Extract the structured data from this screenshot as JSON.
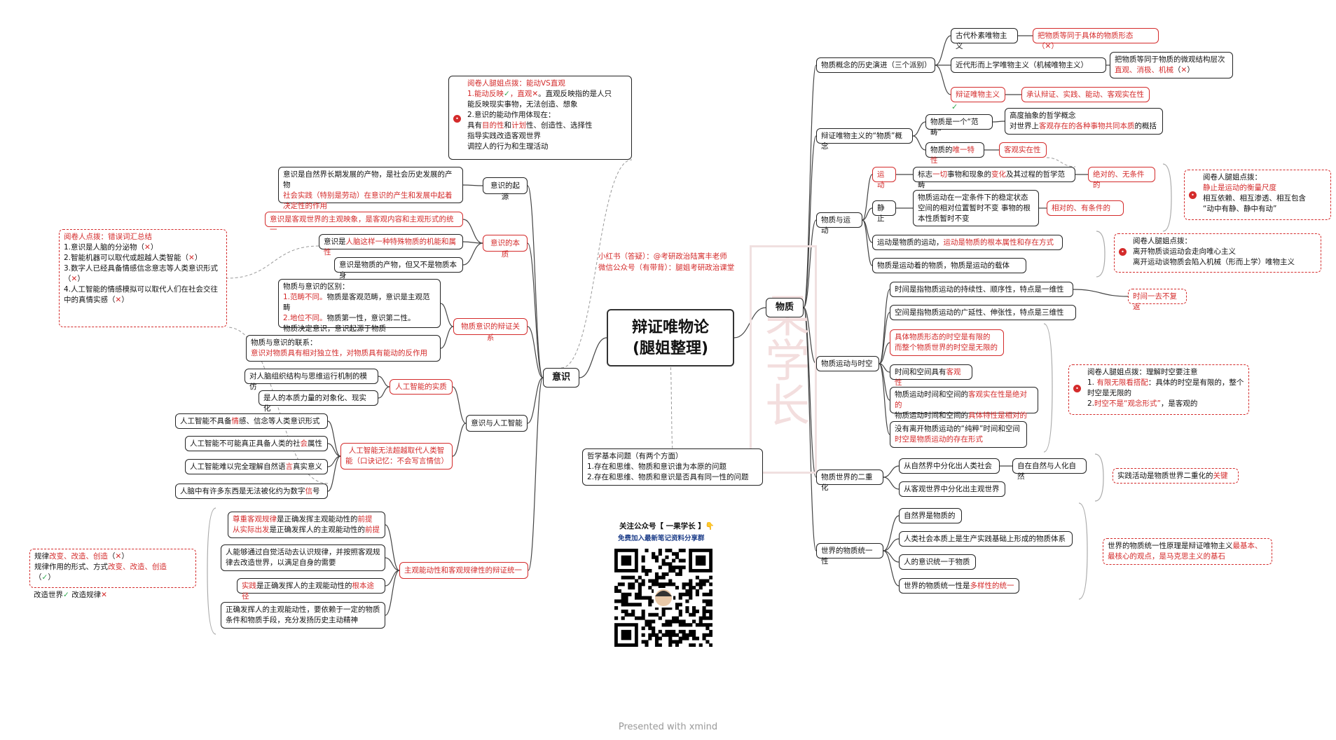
{
  "title": {
    "line1": "辩证唯物论",
    "line2": "(腿姐整理)"
  },
  "watermark": "果学长",
  "promo": {
    "xhs": "小红书（答疑）：@考研政治陆寓丰老师",
    "wx": "微信公众号（有带背）：腿姐考研政治课堂",
    "follow": "关注公众号【 一果学长 】👇",
    "free": "免费加入最新笔记资料分享群"
  },
  "footer": "Presented with xmind",
  "phil": {
    "title": "哲学基本问题（有两个方面）",
    "l1": "1.存在和思维、物质和意识谁为本原的问题",
    "l2": "2.存在和思维、物质和意识是否具有同一性的问题"
  },
  "left": {
    "yishi": "意识",
    "tip_top": {
      "head": "阅卷人腿姐点拨：能动VS直观",
      "l1a": "1.能动反映",
      "l1b": "，直观",
      "l1c": "。直观反映指的是人只",
      "l2": "能反映现实事物，无法创造、想象",
      "l3": "2.意识的能动作用体现在：",
      "l4a": "具有",
      "l4b": "目的性",
      "l4c": "和",
      "l4d": "计划",
      "l4e": "性、创造性、选择性",
      "l5": "指导实践改造客观世界",
      "l6": "调控人的行为和生理活动"
    },
    "origin": {
      "label": "意识的起源",
      "t1": "意识是自然界长期发展的产物，是社会历史发展的产物",
      "t2": "社会实践（特别是劳动）在意识的产生和发展中起着决定性的作用"
    },
    "essence": {
      "label": "意识的本质",
      "e1": "意识是客观世界的主观映象，是客观内容和主观形式的统一",
      "e2a": "意识是",
      "e2b": "人脑这样一种特殊物质的机能和属性",
      "e3": "意识是物质的产物，但又不是物质本身"
    },
    "tip_left": {
      "head": "阅卷人点拨：错误词汇总结",
      "l1": "1.意识是人脑的分泌物（",
      "l2": "2.智能机器可以取代或超越人类智能（",
      "l3": "3.数字人已经具备情感信念意志等人类意识形式",
      "l4": "4.人工智能的情感模拟可以取代人们在社会交往中的真情实感（"
    },
    "dialectic": {
      "label": "物质意识的辩证关系",
      "d_head": "物质与意识的区别：",
      "d1a": "1.范畴不同。",
      "d1b": "物质是客观范畴，意识是主观范畴",
      "d2a": "2.地位不同。",
      "d2b": "物质第一性，意识第二性。",
      "d3": "物质决定意识，意识起源于物质",
      "c_head": "物质与意识的联系：",
      "c1": "意识对物质具有相对独立性，对物质具有能动的反作用"
    },
    "ai": {
      "label": "意识与人工智能",
      "essence": "人工智能的实质",
      "s1": "对人脑组织结构与思维运行机制的模仿",
      "s2": "是人的本质力量的对象化、现实化",
      "cannot": "人工智能无法超越取代人类智能（口诀记忆：不会写言情信）",
      "c1a": "人工智能不具备",
      "c1b": "情",
      "c1c": "感、信念等人类意识形式",
      "c2a": "人工智能不可能真正具备人类的社",
      "c2b": "会",
      "c2c": "属性",
      "c3a": "人工智能难以完全理解自然语",
      "c3b": "言",
      "c3c": "真实意义",
      "c4a": "人脑中有许多东西是无法被化约为数字",
      "c4b": "信",
      "c4c": "号"
    },
    "unity": {
      "label": "主观能动性和客观规律性的辩证统一",
      "u1a": "尊重客观规律",
      "u1b": "是正确发挥主观能动性的",
      "u1c": "前提",
      "u1d": "从实际出发",
      "u1e": "是正确发挥人的主观能动性的",
      "u1f": "前提",
      "u2": "人能够通过自觉活动去认识规律，并按照客观规律去改造世界，以满足自身的需要",
      "u3a": "实践",
      "u3b": "是正确发挥人的主观能动性的",
      "u3c": "根本途径",
      "u4": "正确发挥人的主观能动性，要依赖于一定的物质条件和物质手段，充分发扬历史主动精神"
    },
    "tip_law": {
      "l1a": "规律",
      "l1b": "改变、改造、创造",
      "l1c": "（",
      "l2a": "规律作用的形式、方式",
      "l2b": "改变、改造、创造",
      "l3": "（",
      "l4a": "改造世界",
      "l4b": "  改造规律"
    }
  },
  "right": {
    "wuzhi": "物质",
    "history": {
      "label": "物质概念的历史演进（三个派别）",
      "a1": "古代朴素唯物主义",
      "a1t": "把物质等同于具体的物质形态",
      "a2": "近代形而上学唯物主义（机械唯物主义）",
      "a2t1": "把物质等同于物质的微观结构层次",
      "a2t2": "直观、消极、机械",
      "a3": "辩证唯物主义",
      "a3t": "承认辩证、实践、能动、客观实在性"
    },
    "concept": {
      "label": "辩证唯物主义的“物质”概念",
      "c1": "物质是一个“范畴”",
      "c1t1": "高度抽象的哲学概念",
      "c1t2a": "对世界上",
      "c1t2b": "客观存在的各种事物共同本质",
      "c1t2c": "的概括",
      "c2a": "物质的",
      "c2b": "唯一特性",
      "c2t": "客观实在性"
    },
    "motion": {
      "label": "物质与运动",
      "m1": "运动",
      "m1ta": "标志",
      "m1tb": "一切",
      "m1tc": "事物和现象的",
      "m1td": "变化",
      "m1te": "及其过程的哲学范畴",
      "m1r": "绝对的、无条件的",
      "m2": "静止",
      "m2t": "物质运动在一定条件下的稳定状态 空间的相对位置暂时不变 事物的根本性质暂时不变",
      "m2r": "相对的、有条件的",
      "m3a": "运动是物质的运动，",
      "m3b": "运动是物质的根本属性和存在方式",
      "m4": "物质是运动着的物质，物质是运动的载体"
    },
    "tip_motion1": {
      "head": "阅卷人腿姐点拨：",
      "l1": "静止是运动的衡量尺度",
      "l2": "相互依赖、相互渗透、相互包含",
      "l3": "“动中有静、静中有动”"
    },
    "tip_motion2": {
      "head": "阅卷人腿姐点拨：",
      "l1": "离开物质谈运动会走向唯心主义",
      "l2": "离开运动谈物质会陷入机械（形而上学）唯物主义"
    },
    "spacetime": {
      "label": "物质运动与时空",
      "s1": "时间是指物质运动的持续性、顺序性，特点是一维性",
      "s1r": "时间一去不复返",
      "s2": "空间是指物质运动的广延性、伸张性，特点是三维性",
      "s3a": "具体物质形态的时空是有限的",
      "s3b": "而整个物质世界的时空是无限的",
      "s4a": "时间和空间具有",
      "s4b": "客观性",
      "s5a": "物质运动时间和空间的",
      "s5b": "客观实在性是绝对的",
      "s5c": "物质运动时间和空间的",
      "s5d": "具体特性是相对的",
      "s6a": "没有离开物质运动的“纯粹”时间和空间",
      "s6b": "时空是物质运动的存在形式"
    },
    "tip_space": {
      "head": "阅卷人腿姐点拨：理解时空要注意",
      "l1a": "1. ",
      "l1b": "有限无限看搭配",
      "l1c": "：具体的时空是有限的，整个时空是无限的",
      "l2a": "2.",
      "l2b": "时空不是“观念形式”",
      "l2c": "，是客观的"
    },
    "dual": {
      "label": "物质世界的二重化",
      "d1": "从自然界中分化出人类社会",
      "d1t": "自在自然与人化自然",
      "d2": "从客观世界中分化出主观世界",
      "tipa": "实践活动是物质世界二重化的",
      "tipb": "关键"
    },
    "unity": {
      "label": "世界的物质统一性",
      "u1": "自然界是物质的",
      "u2": "人类社会本质上是生产实践基础上形成的物质体系",
      "u3": "人的意识统一于物质",
      "u4a": "世界的物质统一性是",
      "u4b": "多样性的统一",
      "tipa": "世界的物质统一性原理是辩证唯物主义",
      "tipb": "最基本、最核心的观点，是马克思主义的基石"
    }
  }
}
